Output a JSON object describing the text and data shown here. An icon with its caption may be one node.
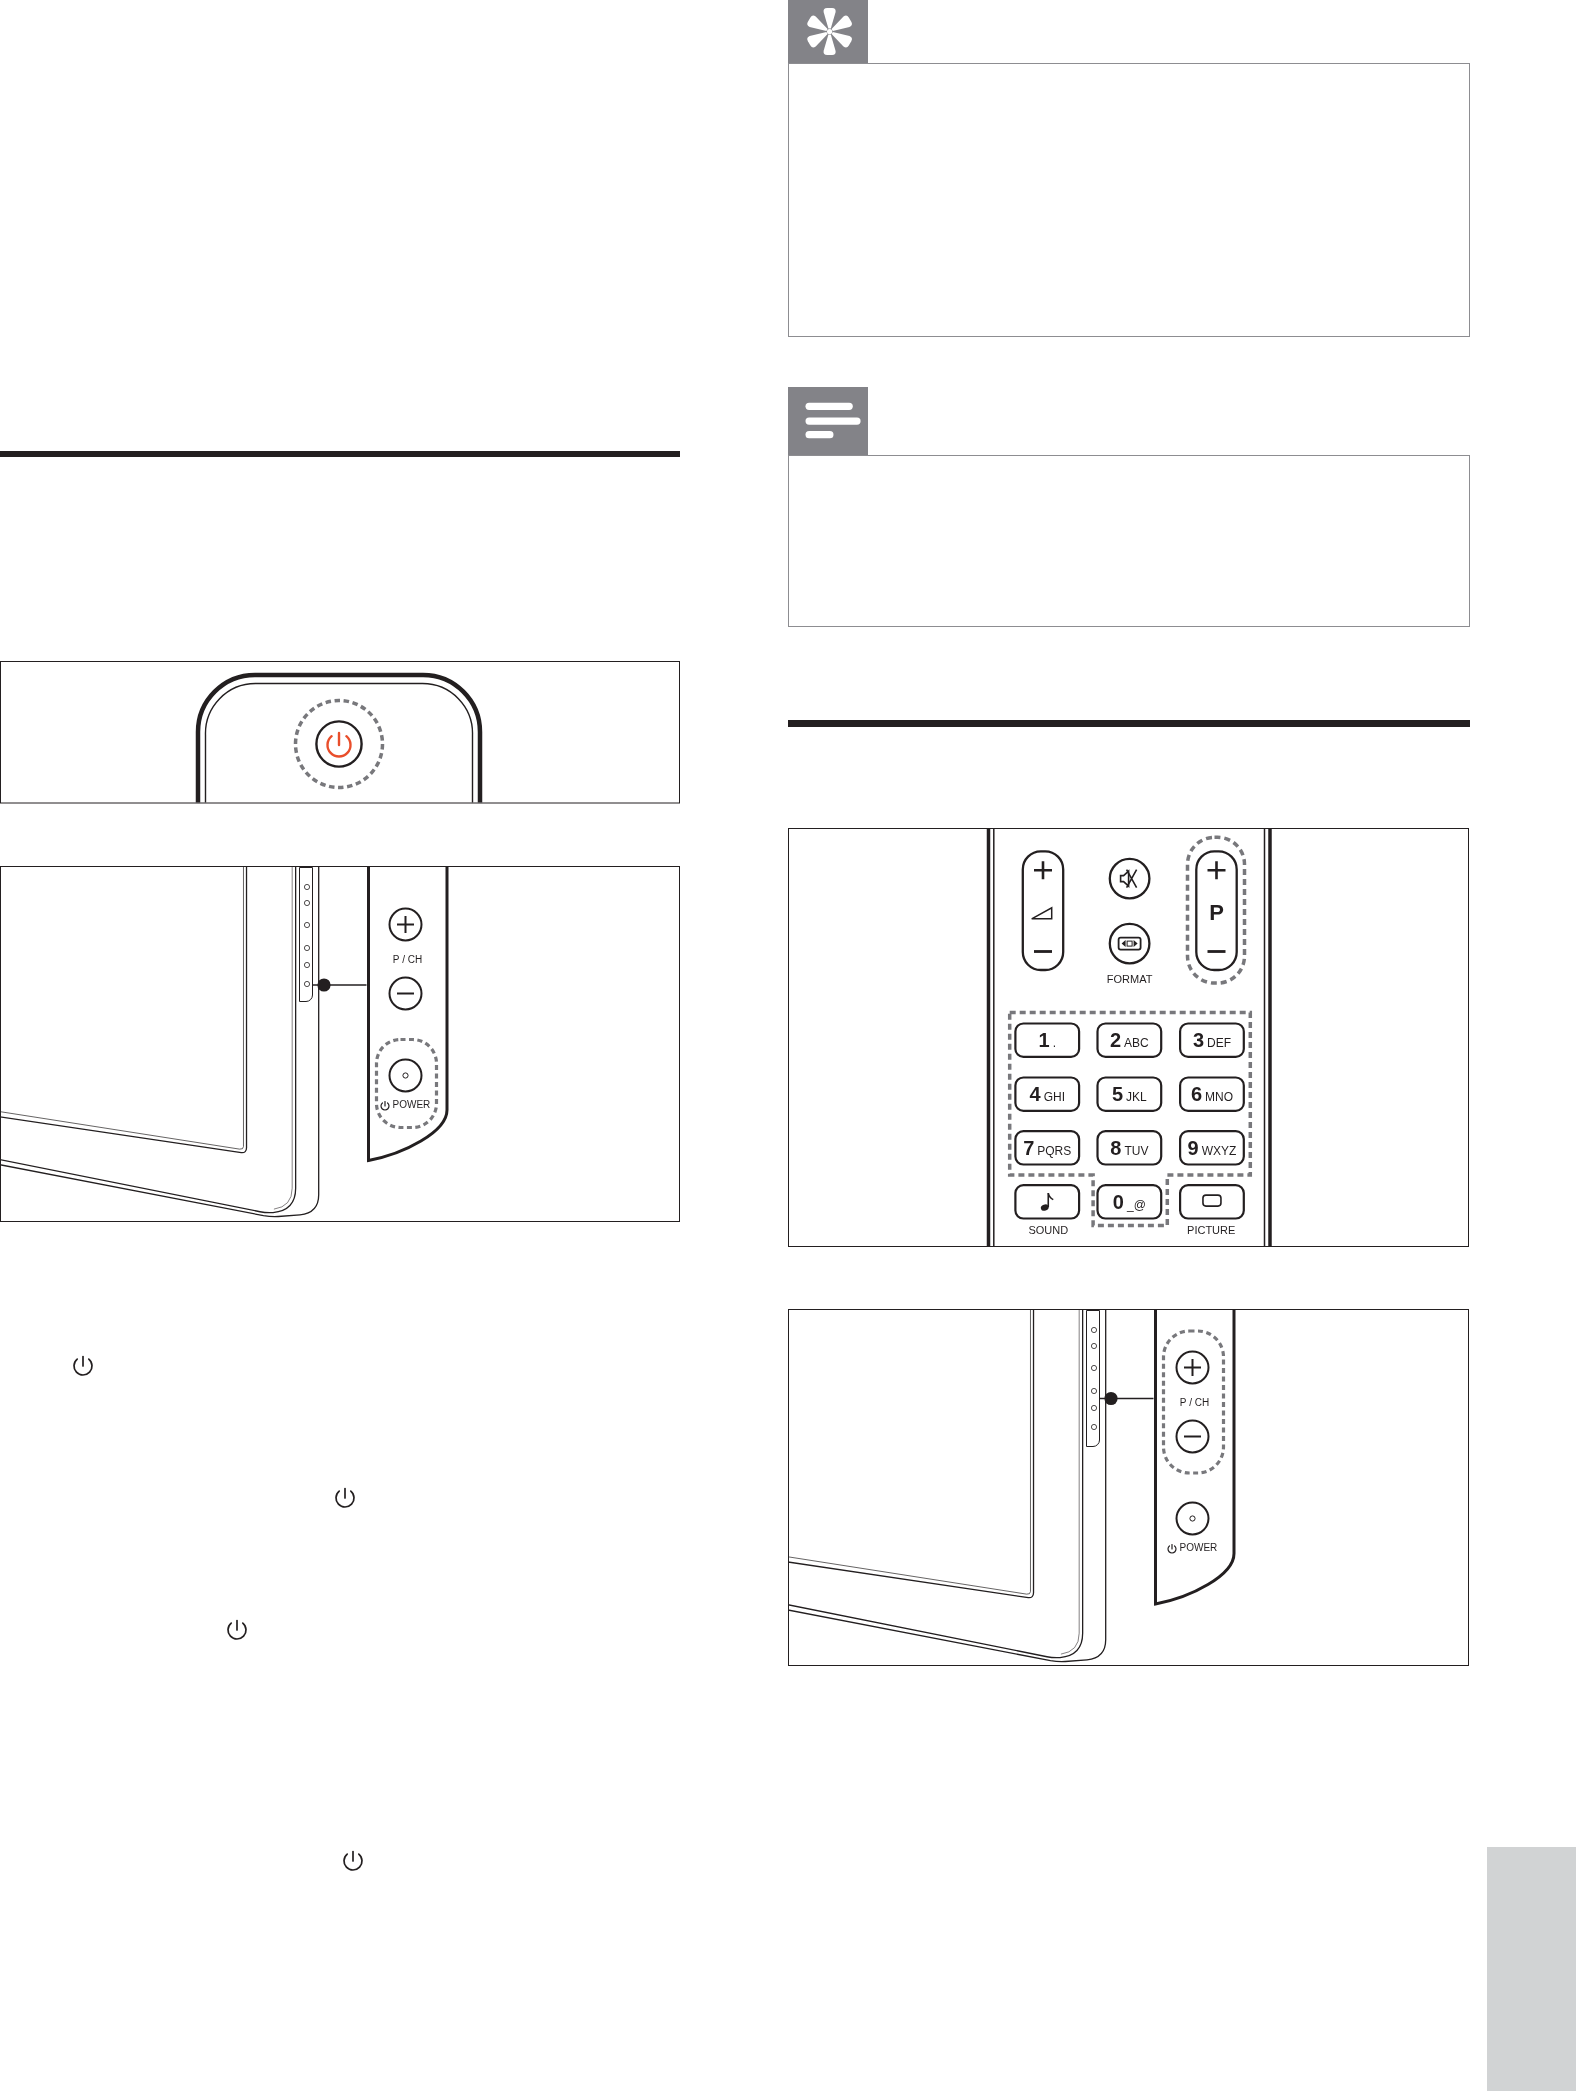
{
  "diagram": {
    "nodes": [
      {
        "text": [],
        "shape": "bar"
      },
      {
        "text": [
          "P / CH",
          "POWER"
        ]
      },
      {
        "text": [],
        "shape": "bar"
      },
      {
        "text": [
          "P / CH",
          "POWER"
        ]
      },
      {
        "text": [],
        "shape": "box"
      }
    ],
    "edges": [
      {
        "from": 0,
        "to": 1,
        "arrow": "other"
      },
      {
        "from": 2,
        "to": 3,
        "arrow": "other"
      }
    ],
    "labels": [
      "P",
      "FORMAT",
      "1",
      ".",
      "2",
      "ABC",
      "3",
      "DEF",
      "4",
      "GHI",
      "5",
      "JKL",
      "6",
      "MNO",
      "7",
      "PQRS",
      "8",
      "TUV",
      "9",
      "WXYZ",
      "0",
      "_@",
      "SOUND",
      "PICTURE"
    ]
  }
}
